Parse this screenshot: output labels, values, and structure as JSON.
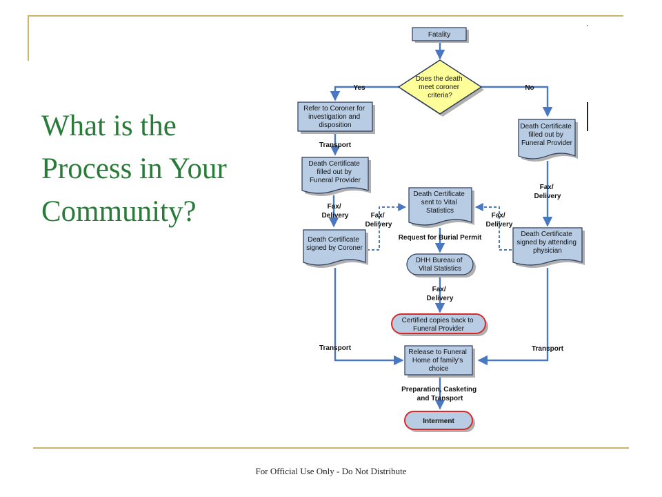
{
  "slide": {
    "title_lines": [
      "What is the",
      "Process in Your",
      "Community?"
    ],
    "footer": "For Official Use Only - Do Not Distribute"
  },
  "colors": {
    "title": "#2a7a3a",
    "frame_lines": "#c8b46a",
    "box_fill": "#b8cce4",
    "decision_fill": "#ffff99",
    "terminal_border": "#d42a2a",
    "arrows": "#4a78c0"
  },
  "flowchart": {
    "fatality": "Fatality",
    "decision": [
      "Does the death",
      "meet coroner",
      "criteria?"
    ],
    "yes": "Yes",
    "no": "No",
    "coroner_referral": [
      "Refer to Coroner for",
      "investigation and",
      "disposition"
    ],
    "transport_1": "Transport",
    "dc_funeral_left": [
      "Death Certificate",
      "filled out by",
      "Funeral Provider"
    ],
    "fax_delivery_left": [
      "Fax/",
      "Delivery"
    ],
    "dc_coroner": [
      "Death Certificate",
      "signed by Coroner"
    ],
    "fax_delivery_center_left": [
      "Fax/",
      "Delivery"
    ],
    "dc_vital": [
      "Death Certificate",
      "sent to Vital",
      "Statistics"
    ],
    "fax_delivery_center_right": [
      "Fax/",
      "Delivery"
    ],
    "request_permit": "Request for Burial Permit",
    "dhh": [
      "DHH Bureau of",
      "Vital Statistics"
    ],
    "fax_delivery_center": [
      "Fax/",
      "Delivery"
    ],
    "certified_copies": [
      "Certified copies back to",
      "Funeral Provider"
    ],
    "dc_funeral_right": [
      "Death Certificate",
      "filled out by",
      "Funeral Provider"
    ],
    "fax_delivery_right": [
      "Fax/",
      "Delivery"
    ],
    "dc_physician": [
      "Death Certificate",
      "signed by attending",
      "physician"
    ],
    "transport_left": "Transport",
    "transport_right": "Transport",
    "release": [
      "Release to Funeral",
      "Home of family's",
      "choice"
    ],
    "preparation": [
      "Preparation, Casketing",
      "and Transport"
    ],
    "interment": "Interment"
  }
}
